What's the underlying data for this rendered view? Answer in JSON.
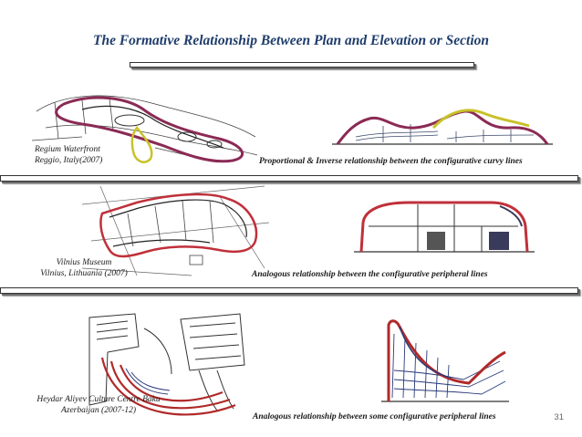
{
  "slide": {
    "title": "The Formative Relationship Between Plan and Elevation or Section",
    "page_number": "31"
  },
  "rows": [
    {
      "project": "Regium Waterfront",
      "location": "Reggio, Italy(2007)",
      "relationship": "Proportional & Inverse relationship between the configurative curvy lines",
      "colors": {
        "outline": "#8b2a55",
        "accent": "#c8c22a"
      }
    },
    {
      "project": "Vilnius Museum",
      "location": "Vilnius, Lithuania (2007)",
      "relationship": "Analogous relationship between the configurative peripheral lines",
      "colors": {
        "outline": "#c0303a",
        "accent": "#3a3a5a"
      }
    },
    {
      "project": "Heydar Aliyev Culture Centre Baku",
      "location": "Azerbaijan (2007-12)",
      "relationship": "Analogous  relationship between some configurative peripheral lines",
      "colors": {
        "outline": "#b02a2a",
        "accent": "#2a3a7a"
      }
    }
  ]
}
